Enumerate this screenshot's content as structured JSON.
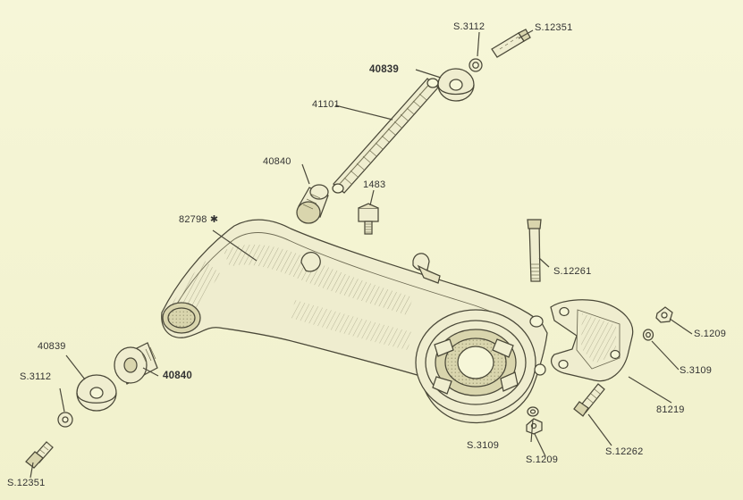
{
  "labels": {
    "s3112_top": "S.3112",
    "s12351_top": "S.12351",
    "p40839_top": "40839",
    "p41101": "41101",
    "p40840_top": "40840",
    "p1483": "1483",
    "p82798": "82798 ✱",
    "s12261": "S.12261",
    "s1209_right": "S.1209",
    "s3109_right": "S.3109",
    "p81219": "81219",
    "s12262": "S.12262",
    "s1209_bottom": "S.1209",
    "s3109_bottom": "S.3109",
    "p40839_left": "40839",
    "s3112_left": "S.3112",
    "p40840_left": "40840",
    "s12351_bottom": "S.12351"
  },
  "colors": {
    "paper": "#f4f4d3",
    "ink": "#4a4838",
    "part_fill": "#efedcf",
    "shadow_fill": "#d9d5ad"
  }
}
